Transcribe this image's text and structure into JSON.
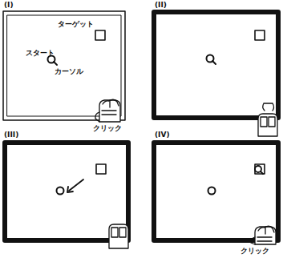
{
  "diagram": {
    "labels": [
      "(I)",
      "ターゲット",
      "スタート",
      "カーソル",
      "クリック",
      "(II)",
      "(III)",
      "(IV)",
      "クリック"
    ]
  }
}
